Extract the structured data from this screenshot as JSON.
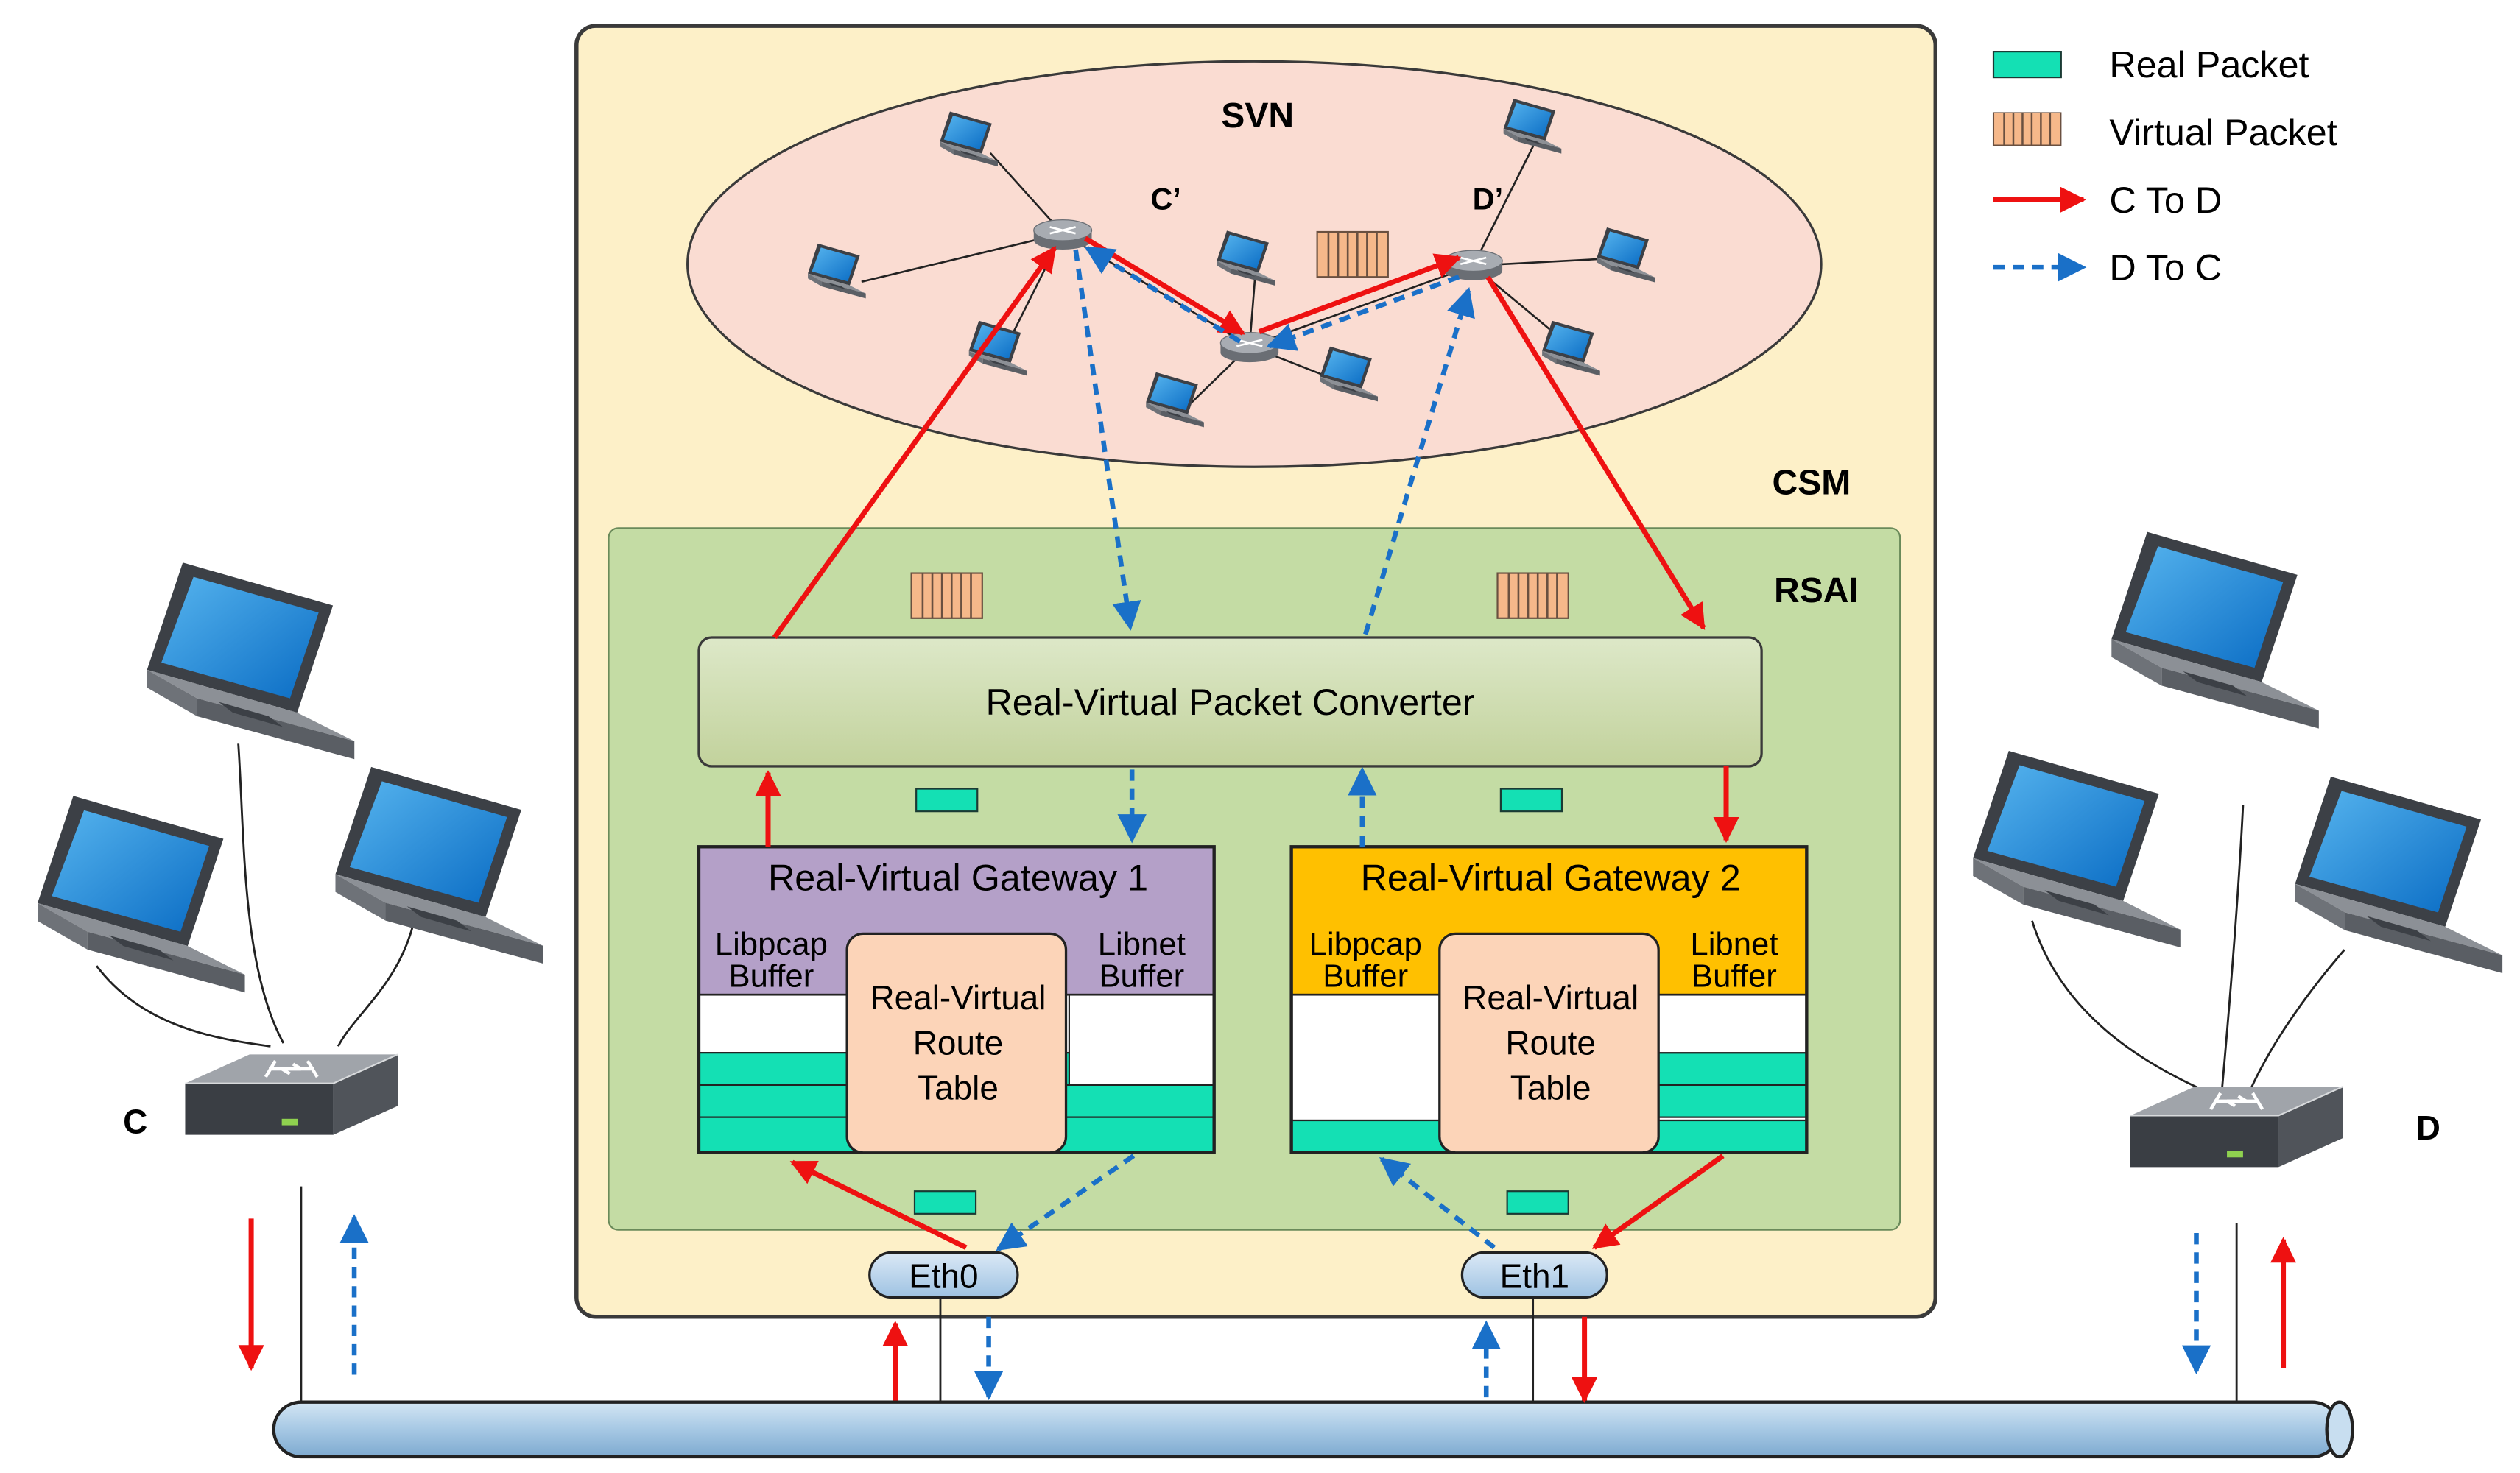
{
  "regions": {
    "svn": "SVN",
    "csm": "CSM",
    "rsai": "RSAI"
  },
  "nodes": {
    "c_prime": "C’",
    "d_prime": "D’",
    "c": "C",
    "d": "D"
  },
  "converter": {
    "label": "Real-Virtual Packet Converter"
  },
  "gateways": [
    {
      "title": "Real-Virtual Gateway 1",
      "left_buffer": [
        "Libpcap",
        "Buffer"
      ],
      "right_buffer": [
        "Libnet",
        "Buffer"
      ],
      "route_table": [
        "Real-Virtual",
        "Route",
        "Table"
      ],
      "header_color": "#b4a0c8"
    },
    {
      "title": "Real-Virtual Gateway 2",
      "left_buffer": [
        "Libpcap",
        "Buffer"
      ],
      "right_buffer": [
        "Libnet",
        "Buffer"
      ],
      "route_table": [
        "Real-Virtual",
        "Route",
        "Table"
      ],
      "header_color": "#ffc000"
    }
  ],
  "interfaces": {
    "eth0": "Eth0",
    "eth1": "Eth1"
  },
  "legend": [
    {
      "label": "Real Packet",
      "kind": "real-packet-icon"
    },
    {
      "label": "Virtual Packet",
      "kind": "virtual-packet-icon"
    },
    {
      "label": "C To D",
      "kind": "red-solid-arrow-icon"
    },
    {
      "label": "D To C",
      "kind": "blue-dashed-arrow-icon"
    }
  ],
  "colors": {
    "csm_fill": "#fdf0c8",
    "svn_fill": "#fadcd2",
    "rsai_fill": "#c4dca4",
    "real_packet": "#14e0b4",
    "virtual_packet": "#f4b88c",
    "route_table": "#fcd4b8",
    "c_to_d": "#ee1111",
    "d_to_c": "#1a70c8",
    "bus": "#a8cce8"
  }
}
